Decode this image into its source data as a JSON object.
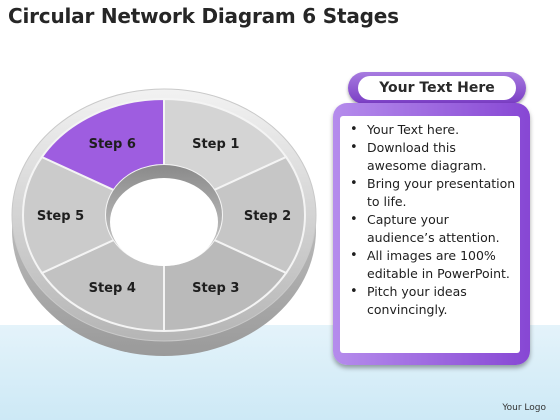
{
  "title": "Circular Network Diagram 6 Stages",
  "diagram": {
    "type": "circular-ring",
    "highlight_color": "#9e5de0",
    "segment_color": "#c8c8c8",
    "steps": [
      "Step 1",
      "Step 2",
      "Step 3",
      "Step 4",
      "Step 5",
      "Step 6"
    ],
    "highlighted_step": "Step 6"
  },
  "text_panel": {
    "header": "Your Text Here",
    "accent_color": "#8c4fd6",
    "bullets": [
      "Your Text here.",
      "Download this awesome diagram.",
      "Bring your presentation to life.",
      "Capture your audience’s attention.",
      "All images are 100% editable in PowerPoint.",
      "Pitch your ideas convincingly."
    ]
  },
  "footer": {
    "logo_text": "Your Logo"
  }
}
